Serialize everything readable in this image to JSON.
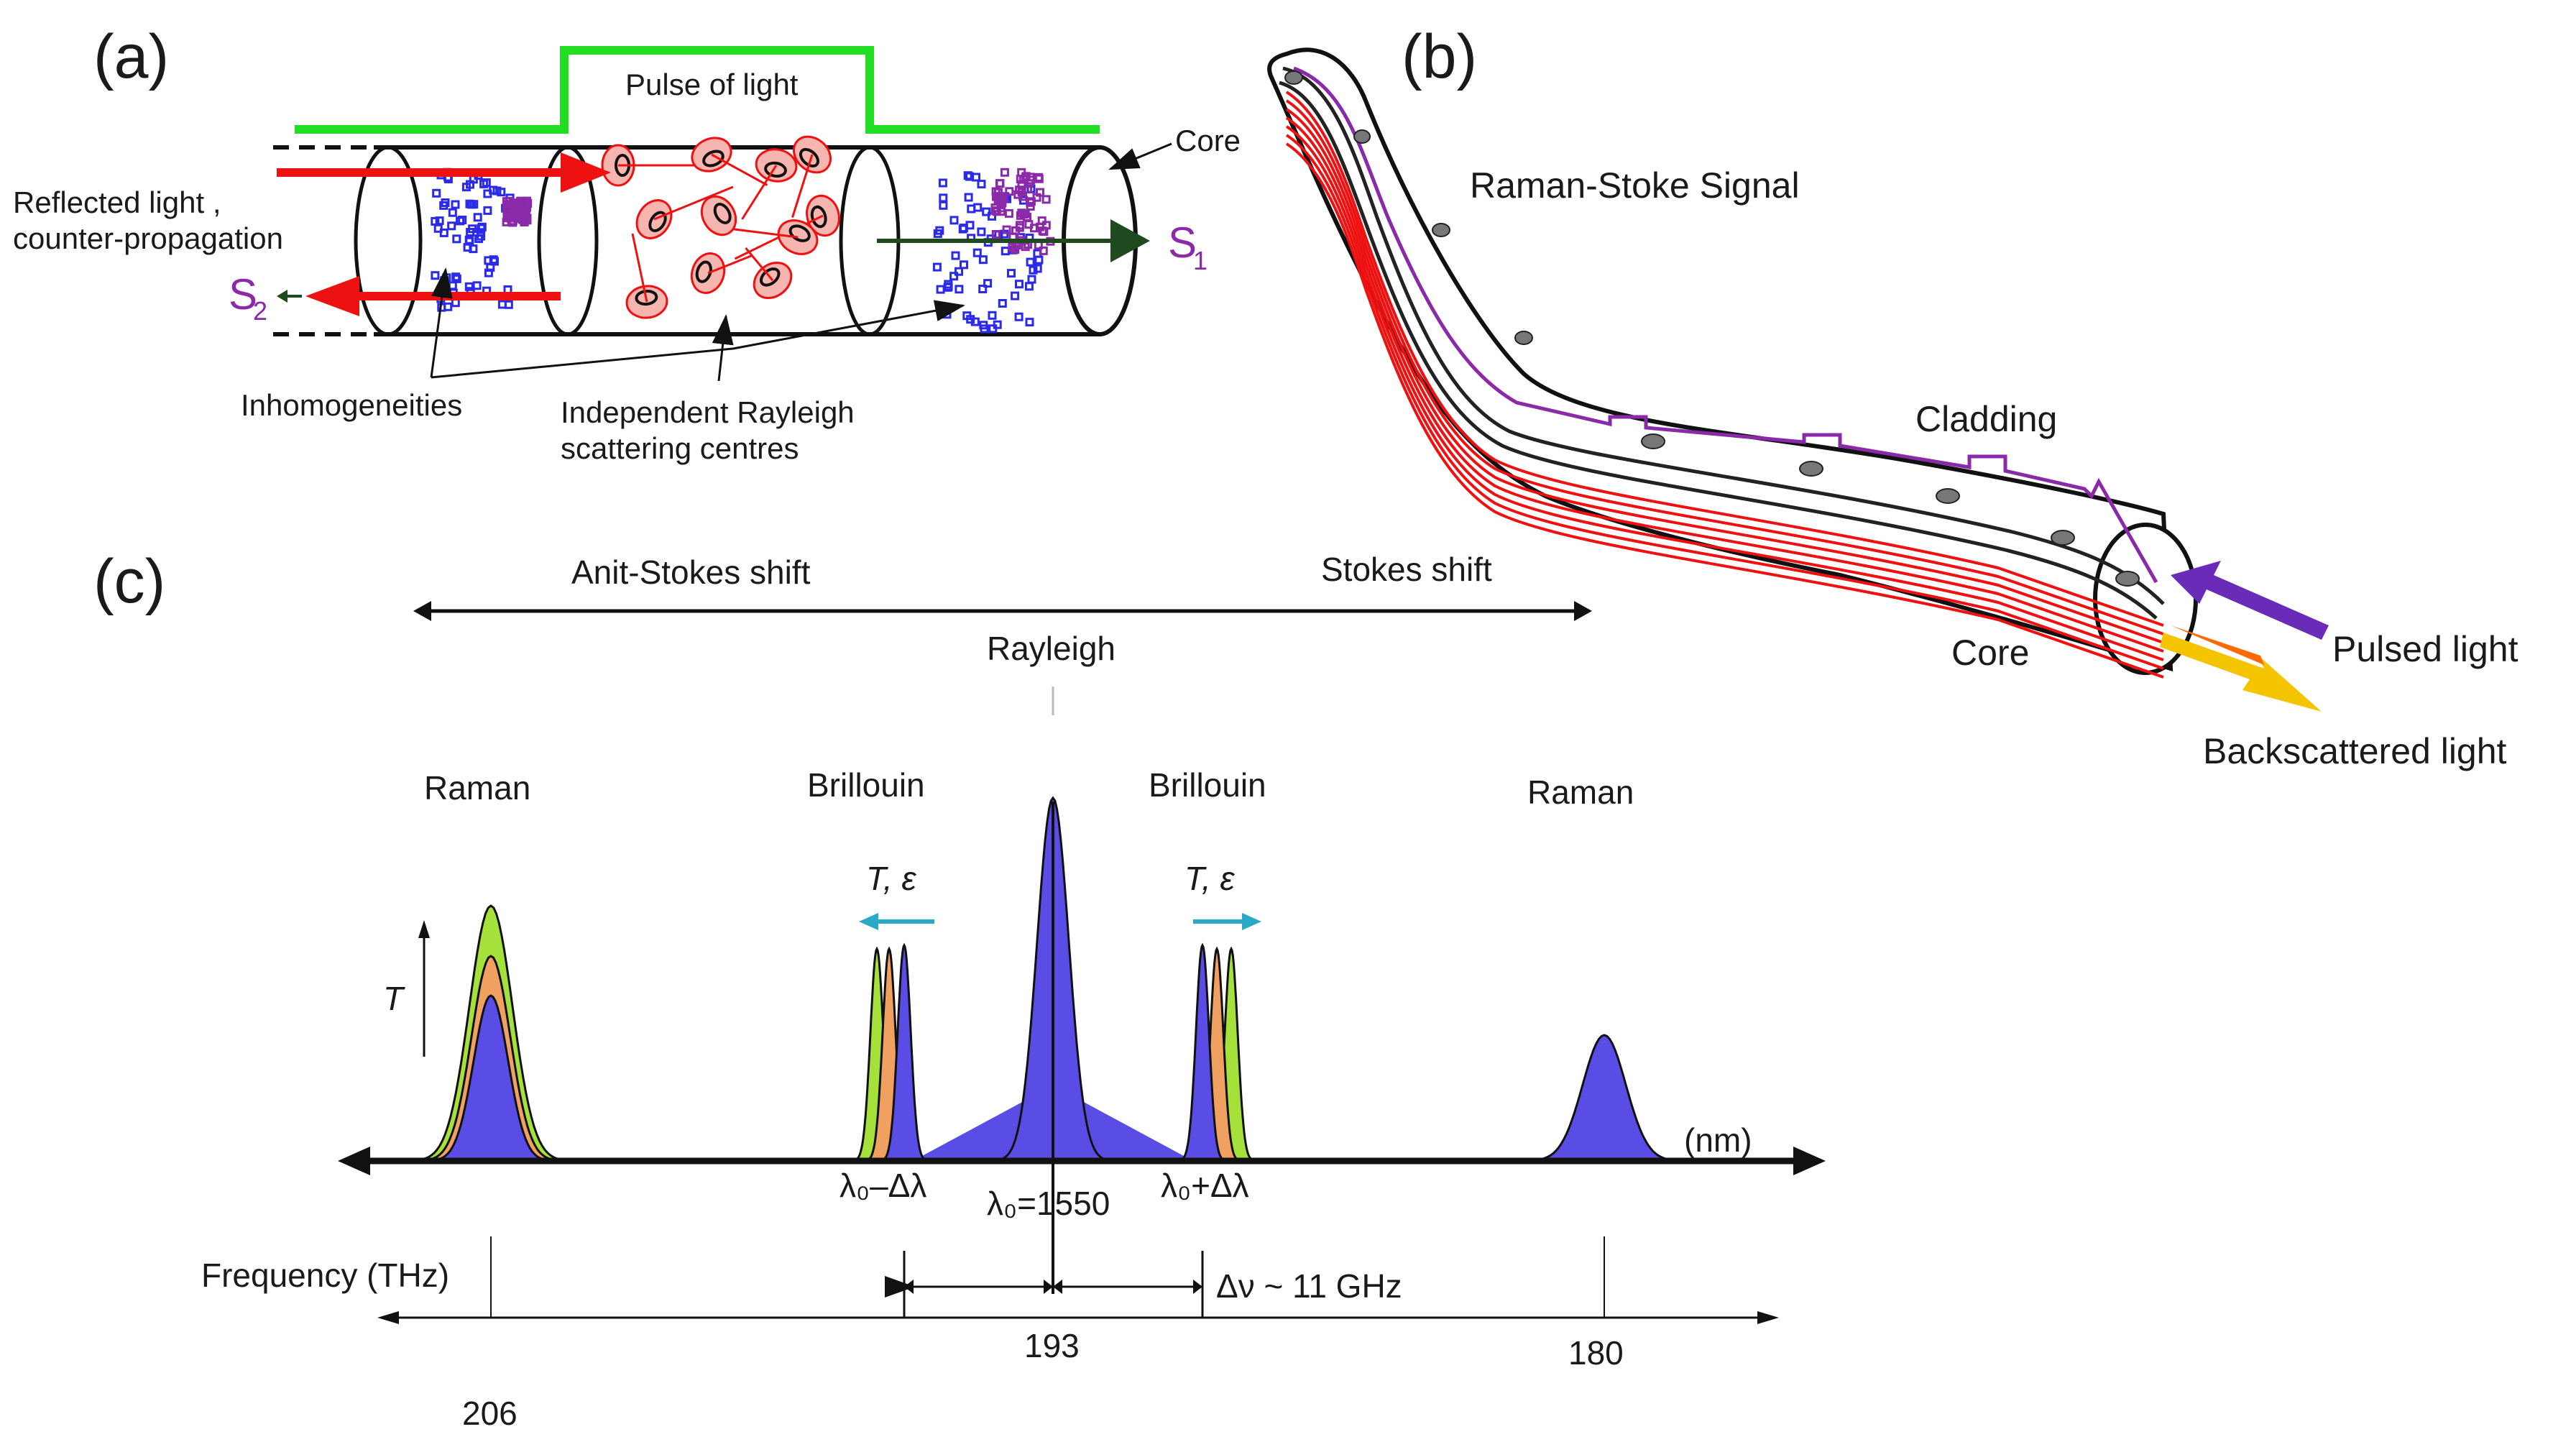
{
  "panels": {
    "a": {
      "label": "(a)",
      "pulse_label": "Pulse of light",
      "core_label": "Core",
      "reflected_label_line1": "Reflected light ,",
      "reflected_label_line2": "counter-propagation",
      "s1_label": "S",
      "s1_sub": "1",
      "s2_label": "S",
      "s2_sub": "2",
      "inhomogeneities_label": "Inhomogeneities",
      "rayleigh_centres_line1": "Independent Rayleigh",
      "rayleigh_centres_line2": "scattering centres"
    },
    "b": {
      "label": "(b)",
      "raman_stoke_label": "Raman-Stoke Signal",
      "cladding_label": "Cladding",
      "core_label": "Core",
      "pulsed_light_label": "Pulsed light",
      "backscattered_label": "Backscattered light"
    },
    "c": {
      "label": "(c)",
      "anti_stokes_label": "Anit-Stokes shift",
      "stokes_label": "Stokes shift",
      "rayleigh_label": "Rayleigh",
      "raman_left_label": "Raman",
      "raman_right_label": "Raman",
      "brillouin_left_label": "Brillouin",
      "brillouin_right_label": "Brillouin",
      "t_eps_left": "T, ε",
      "t_eps_right": "T, ε",
      "t_axis_label": "T",
      "unit_label": "(nm)",
      "lambda_minus": "λ₀–Δλ",
      "lambda_zero": "λ₀=1550",
      "lambda_plus": "λ₀+Δλ",
      "frequency_label": "Frequency (THz)",
      "delta_nu": "Δν ~ 11 GHz",
      "freq_206": "206",
      "freq_193": "193",
      "freq_180": "180"
    }
  },
  "colors": {
    "pulse_green": "#22dd22",
    "red": "#ee1111",
    "purple": "#8a2aa8",
    "blue_peak": "#5a4de6",
    "green_peak": "#a6e03a",
    "orange_peak": "#f0a060",
    "yellow_arrow": "#f5c400",
    "orange_arrow": "#ff6a00",
    "teal_arrow": "#2aa8c8",
    "dark_green": "#1f4a1f"
  }
}
